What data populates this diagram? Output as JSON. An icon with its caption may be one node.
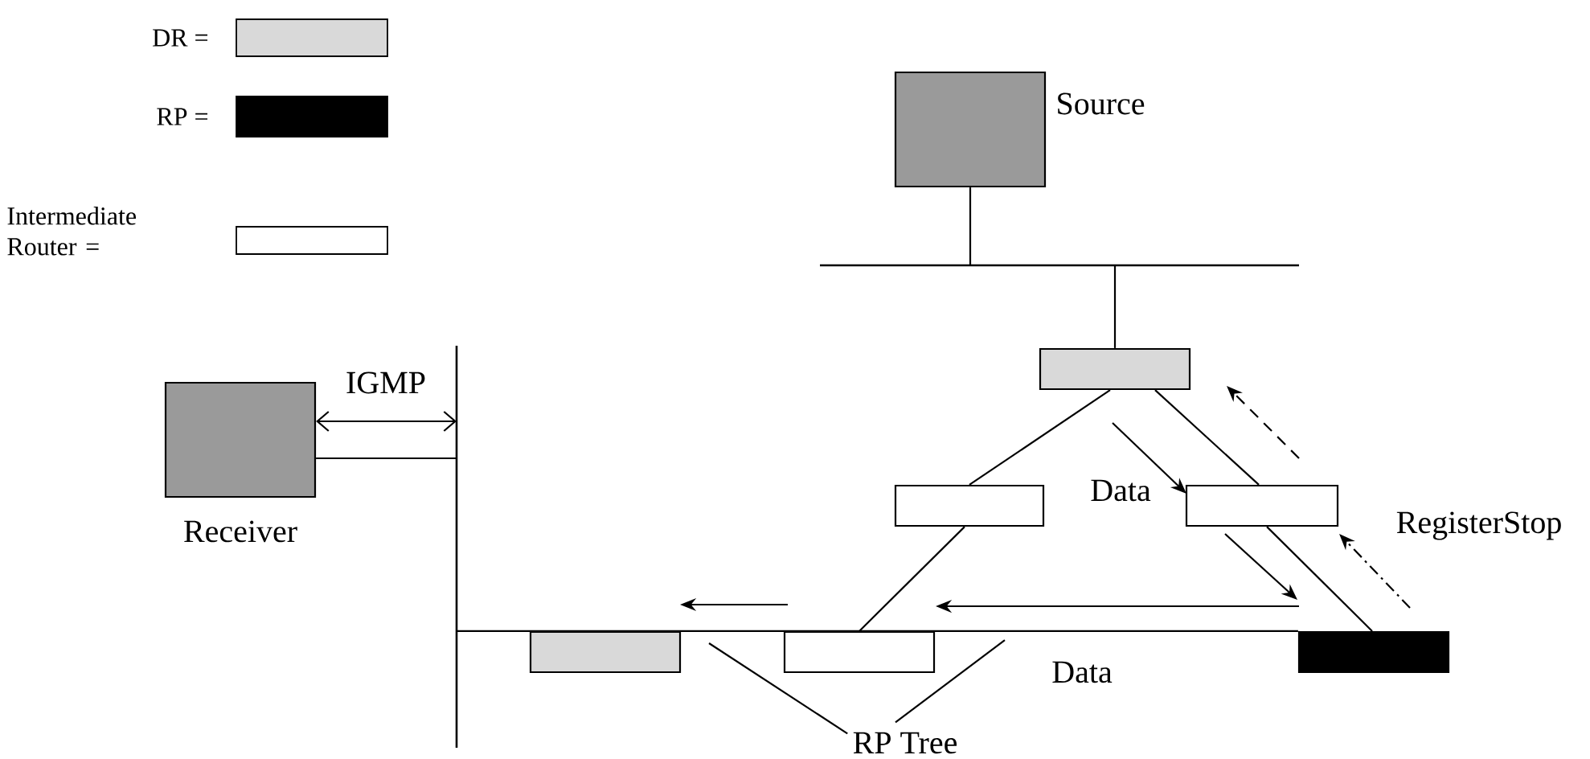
{
  "diagram": {
    "nodes": [
      {
        "text": [],
        "shape": "box",
        "beside": [
          "Source"
        ]
      },
      {
        "text": [],
        "shape": "bar"
      },
      {
        "text": [],
        "shape": "box"
      },
      {
        "text": [],
        "shape": "box"
      },
      {
        "text": [],
        "shape": "box"
      },
      {
        "text": [],
        "shape": "box",
        "beside": [
          "Receiver"
        ]
      },
      {
        "text": [],
        "shape": "bar"
      },
      {
        "text": [],
        "shape": "box"
      },
      {
        "text": [],
        "shape": "box"
      },
      {
        "text": [],
        "shape": "box"
      },
      {
        "text": [
          "RP Tree"
        ]
      }
    ],
    "edges": [
      {
        "from": 0,
        "to": 1,
        "arrow": "none"
      },
      {
        "from": 1,
        "to": 2,
        "arrow": "none"
      },
      {
        "from": 2,
        "to": 3,
        "arrow": "none"
      },
      {
        "from": 2,
        "to": 4,
        "arrow": "none"
      },
      {
        "from": 3,
        "to": 8,
        "arrow": "none"
      },
      {
        "from": 4,
        "to": 9,
        "arrow": "none"
      },
      {
        "from": 5,
        "to": 6,
        "arrow": "both",
        "label": "IGMP"
      },
      {
        "from": 5,
        "to": 6,
        "arrow": "none"
      },
      {
        "from": 6,
        "to": 9,
        "arrow": "none"
      },
      {
        "from": 10,
        "to": null,
        "arrow": "none"
      },
      {
        "from": 10,
        "to": null,
        "arrow": "none"
      }
    ],
    "labels": [
      "Data",
      "RegisterStop",
      "Data"
    ],
    "legend": [
      {
        "text": "DR =",
        "color": "#d9d9d9"
      },
      {
        "text": "RP =",
        "color": "#000000"
      },
      {
        "text": "Intermediate Router ="
      }
    ]
  }
}
